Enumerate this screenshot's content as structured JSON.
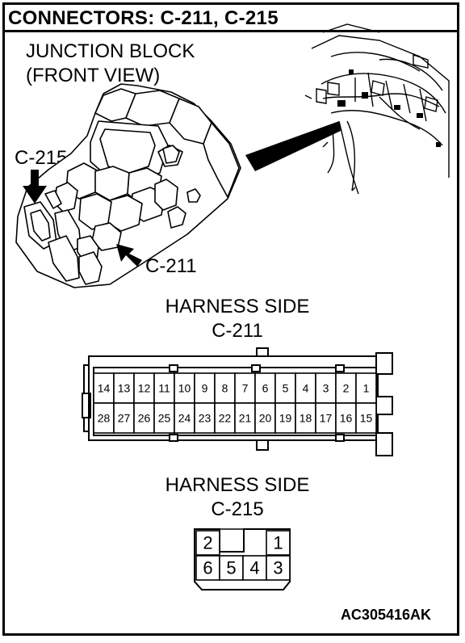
{
  "title": "CONNECTORS: C-211, C-215",
  "view_title_line1": "JUNCTION BLOCK",
  "view_title_line2": "(FRONT VIEW)",
  "callouts": {
    "c215": "C-215",
    "c211": "C-211"
  },
  "c211": {
    "side_label": "HARNESS SIDE",
    "name": "C-211",
    "top_row": [
      "14",
      "13",
      "12",
      "11",
      "10",
      "9",
      "8",
      "7",
      "6",
      "5",
      "4",
      "3",
      "2",
      "1"
    ],
    "bottom_row": [
      "28",
      "27",
      "26",
      "25",
      "24",
      "23",
      "22",
      "21",
      "20",
      "19",
      "18",
      "17",
      "16",
      "15"
    ]
  },
  "c215": {
    "side_label": "HARNESS SIDE",
    "name": "C-215",
    "top_row": [
      "2",
      "",
      "1"
    ],
    "bottom_row": [
      "6",
      "5",
      "4",
      "3"
    ]
  },
  "figure_code": "AC305416AK"
}
